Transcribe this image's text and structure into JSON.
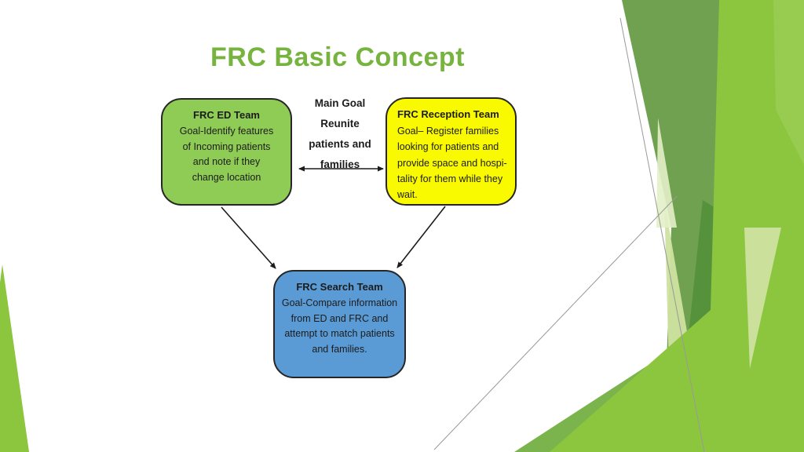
{
  "slide": {
    "title": "FRC Basic Concept"
  },
  "diagram": {
    "main_goal_lines": [
      "Main Goal",
      "Reunite",
      "patients and",
      "families"
    ],
    "boxes": [
      {
        "id": "frc-ed-team",
        "title": "FRC ED Team",
        "body_lines": [
          "Goal-Identify features",
          "of Incoming patients",
          "and note if they",
          "change location"
        ],
        "fill": "#8FCC55",
        "text_align": "center"
      },
      {
        "id": "frc-reception-team",
        "title": "FRC Reception Team",
        "body_lines": [
          "Goal– Register families",
          "looking for patients and",
          "provide space and hospi-",
          "tality for them while they",
          "wait."
        ],
        "fill": "#F9F900",
        "text_align": "left"
      },
      {
        "id": "frc-search-team",
        "title": "FRC Search Team",
        "body_lines": [
          "Goal-Compare information",
          "from ED and FRC and",
          "attempt to match patients",
          "and families."
        ],
        "fill": "#5B9BD5",
        "text_align": "center"
      }
    ]
  },
  "colors": {
    "title": "#77B43F",
    "box_green": "#8FCC55",
    "box_yellow": "#F9F900",
    "box_blue": "#5B9BD5",
    "box_border": "#262626",
    "box_text": "#1C1C1C",
    "arrow": "#1C1C1C",
    "decor_sage": "#6FA150",
    "decor_bright": "#8CC63F",
    "decor_medium": "#7BB34C",
    "decor_dark": "#55923B",
    "decor_pale": "#CFE3A0",
    "decor_pale2": "#E3EFC8",
    "decor_light": "#9ACD55",
    "decor_line": "#999999"
  }
}
